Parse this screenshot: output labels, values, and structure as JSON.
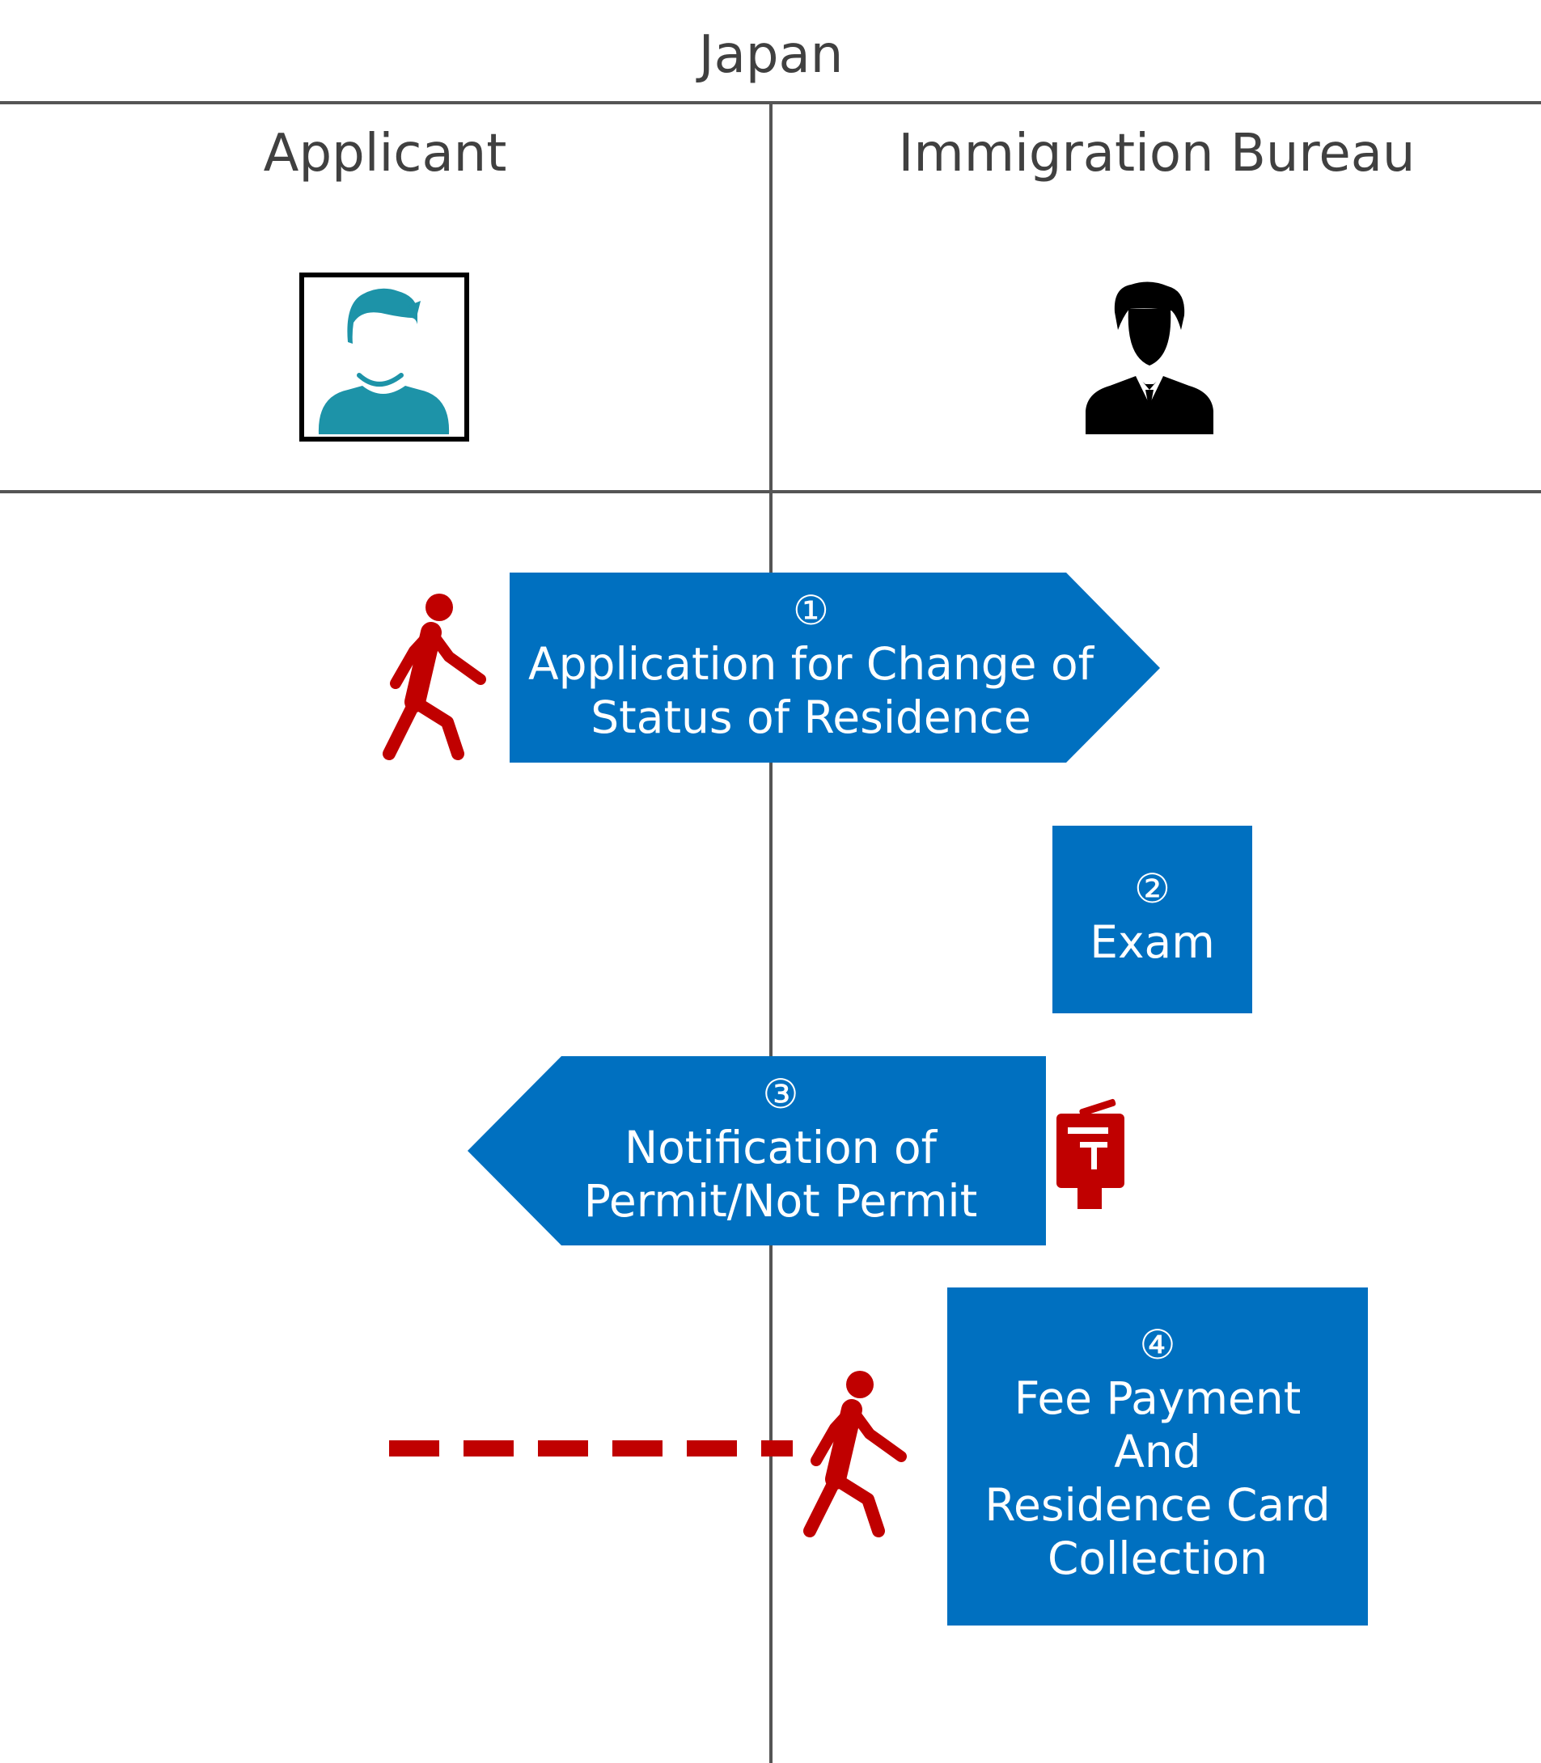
{
  "header": {
    "title": "Japan",
    "applicant_label": "Applicant",
    "bureau_label": "Immigration Bureau"
  },
  "steps": [
    {
      "number": "①",
      "lines": [
        "Application for Change of",
        "Status of Residence"
      ],
      "direction": "right"
    },
    {
      "number": "②",
      "lines": [
        "Exam"
      ],
      "direction": "none"
    },
    {
      "number": "③",
      "lines": [
        "Notification of",
        "Permit/Not Permit"
      ],
      "direction": "left"
    },
    {
      "number": "④",
      "lines": [
        "Fee Payment",
        "And",
        "Residence Card",
        "Collection"
      ],
      "direction": "none"
    }
  ],
  "icons": {
    "applicant": "applicant-avatar-icon",
    "officer": "officer-icon",
    "walk": "walking-person-icon",
    "post": "postbox-icon"
  },
  "colors": {
    "box": "#0070c0",
    "accent_red": "#c00000",
    "avatar": "#1d93a8",
    "line": "#555555",
    "text": "#404040"
  }
}
